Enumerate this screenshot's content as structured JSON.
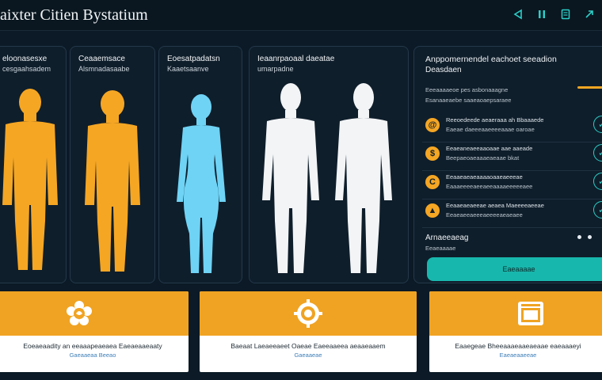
{
  "header": {
    "title": "aixter Citien Bystatium",
    "icons": [
      "back-arrow-icon",
      "pause-icon",
      "document-icon",
      "share-icon"
    ]
  },
  "panels": [
    {
      "title": "eloonasesxe",
      "subtitle": "cesgaahsadem",
      "figure_color": "#f5a623"
    },
    {
      "title": "Ceaaemsace",
      "subtitle": "Alsmnadasaabe",
      "figure_color": "#f5a623"
    },
    {
      "title": "Eoesatpadatsn",
      "subtitle": "Kaaetsaanve",
      "figure_color": "#6fd3f5"
    },
    {
      "title": "Ieaanrpaoaal daeatae",
      "subtitle": "umarpadne",
      "figure_color": "#f2f4f6"
    }
  ],
  "right_panel": {
    "title": "Anppomernendel eachoet seeadion",
    "title2": "Deasdaen",
    "line1": "Eeeaaaaeoe pes asbonaaagne",
    "line2": "Esanaaeaebe saaeaoaepsaraee",
    "rows": [
      {
        "icon": "spiral-icon",
        "text1": "Reeoedeede aeaeraaa ah Bbaaaede",
        "text2": "Eaeae daeeeaaeeeeaaae oaroae"
      },
      {
        "icon": "dollar-icon",
        "text1": "Eeaeaneaeeaaoaae aae aaeade",
        "text2": "Beepaeoaeaaaeaeaae bkat"
      },
      {
        "icon": "cloud-icon",
        "text1": "Eeaaeaeaeaaaaoaaeaeeeae",
        "text2": "Eaaaeeeeaeeaeeaaaaeeeeeaee"
      },
      {
        "icon": "lock-icon",
        "text1": "Eeaaeaeaeeae aeaea Maeeeeaeeae",
        "text2": "Eeaeaeeaeeeaeeeeaeaeaee"
      }
    ],
    "status_title": "Arnaeeaeag",
    "status_sub": "Eeaeaaaae",
    "button_label": "Eaeaaaae"
  },
  "cards": [
    {
      "icon": "gear-flower-icon",
      "line1": "Eoeaeaadity an eeaaapeaeaea Eaeaeaaeaaty",
      "line2": "Gaeaaeaa Beeao"
    },
    {
      "icon": "gear-badge-icon",
      "line1": "Baeaat Laeaeeaeet Oaeae Eaeeaaeea aeaaeaaem",
      "line2": "Gaeaaeae"
    },
    {
      "icon": "calendar-box-icon",
      "line1": "Eaaegeae Bheeaaaeaaeaeaae eaeaaaeyi",
      "line2": "Eaeaeaaeeae"
    }
  ]
}
